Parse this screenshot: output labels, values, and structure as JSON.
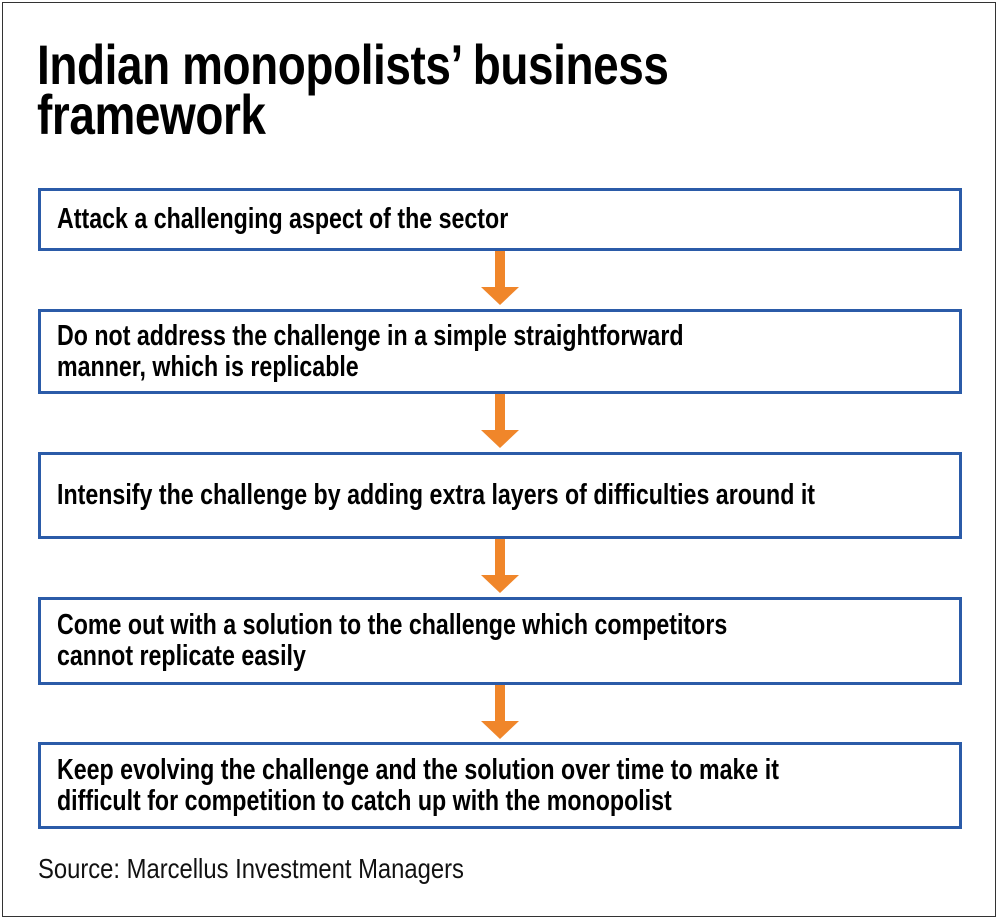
{
  "title": {
    "line1": "Indian monopolists’ business",
    "line2": "framework"
  },
  "steps": [
    {
      "line1": "Attack a challenging aspect of the sector",
      "line2": ""
    },
    {
      "line1": "Do not address the challenge in a simple straightforward",
      "line2": "manner, which is replicable"
    },
    {
      "line1": "Intensify the challenge by adding extra layers of difficulties around it",
      "line2": ""
    },
    {
      "line1": "Come out with a solution to the challenge which competitors",
      "line2": "cannot replicate easily"
    },
    {
      "line1": "Keep evolving the challenge and the solution over time to make it",
      "line2": "difficult for competition to catch up with the monopolist"
    }
  ],
  "source": "Source: Marcellus Investment Managers",
  "colors": {
    "box_border": "#2b5ba8",
    "arrow": "#f0862a"
  }
}
